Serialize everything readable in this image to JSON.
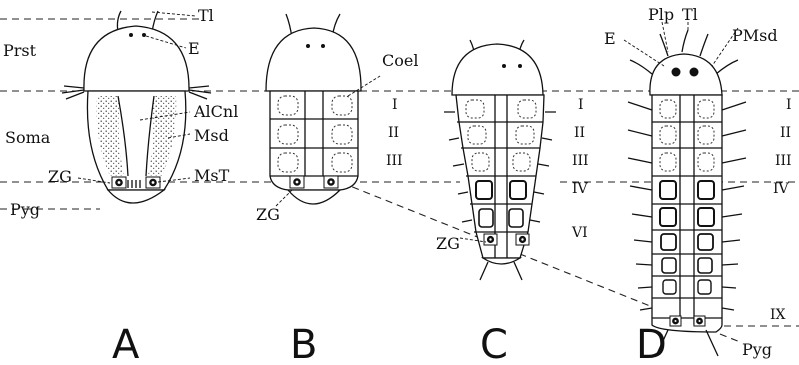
{
  "labels": {
    "prostomium": "Prst",
    "soma": "Soma",
    "pygidium_a": "Pyg",
    "pygidium_d": "Pyg",
    "tentacle_a": "Tl",
    "tentacle_d": "Tl",
    "eye_a": "E",
    "eye_d": "E",
    "alimentary_canal": "AlCnl",
    "mesoderm": "Msd",
    "mesodermal_teloblast": "MsT",
    "zone_growth_a": "ZG",
    "zone_growth_b": "ZG",
    "zone_growth_c": "ZG",
    "coelom": "Coel",
    "palp": "Plp",
    "prostomial_mesoderm": "PMsd"
  },
  "segments": {
    "b": [
      "I",
      "II",
      "III"
    ],
    "c": [
      "I",
      "II",
      "III",
      "IV",
      "VI"
    ],
    "d": [
      "I",
      "II",
      "III",
      "IV",
      "IX"
    ]
  },
  "panels": [
    "A",
    "B",
    "C",
    "D"
  ]
}
